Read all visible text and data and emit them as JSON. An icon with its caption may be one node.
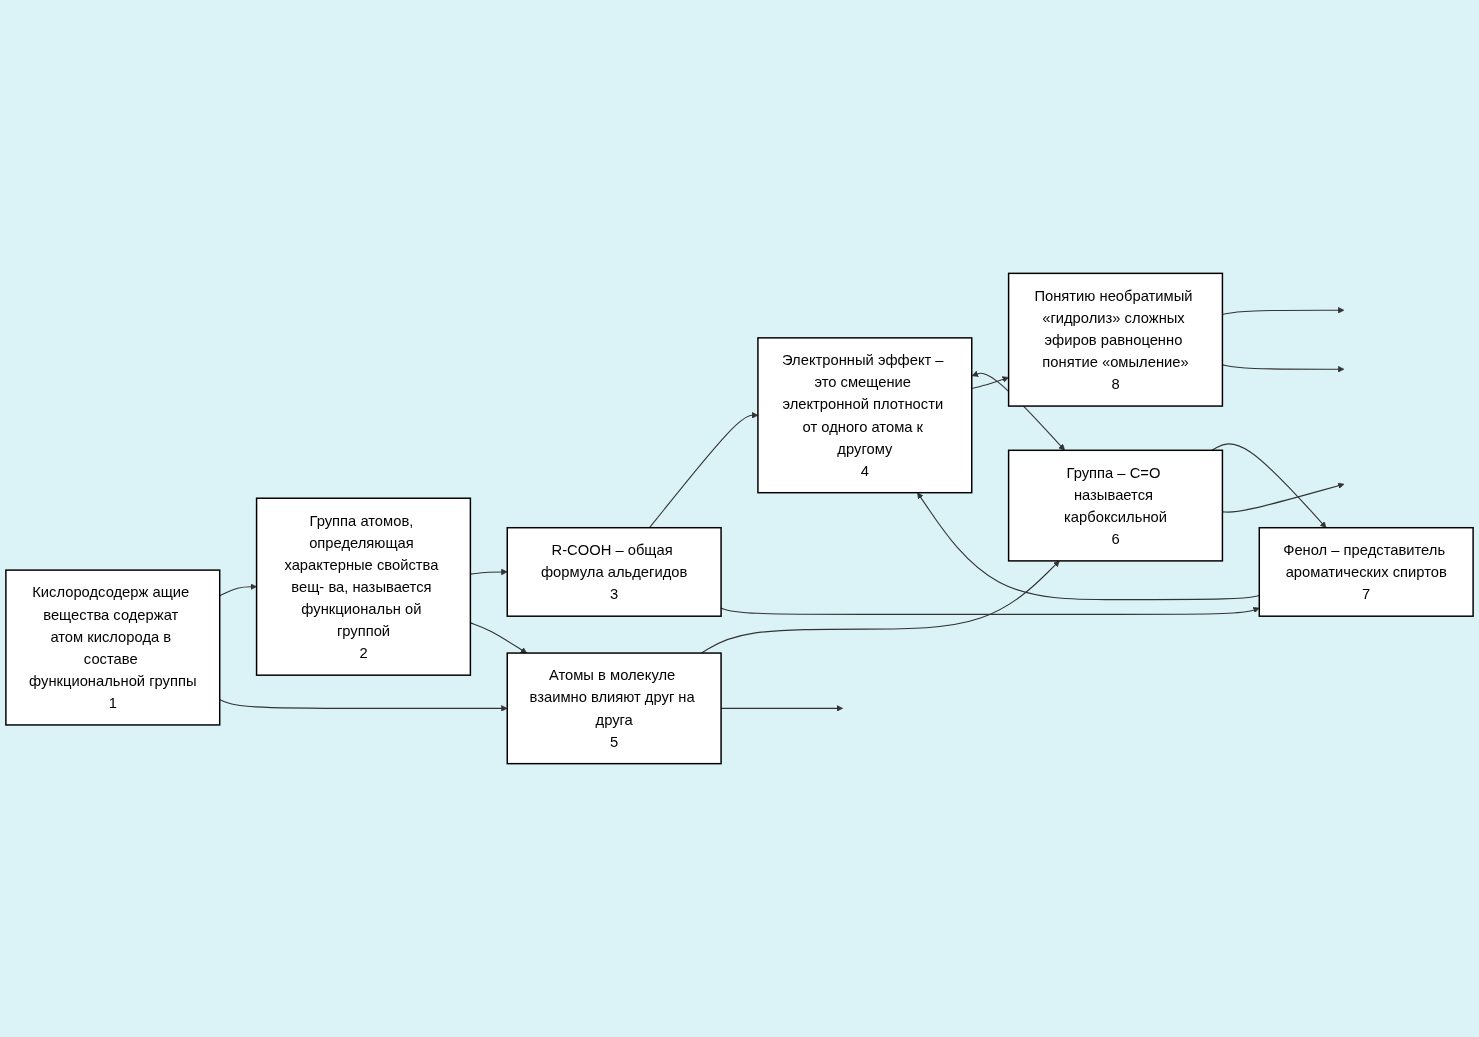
{
  "diagram": {
    "nodes": [
      {
        "text": [
          "Кислородсодерж ащие вещества содержат атом кислорода в составе функциональной группы",
          "1"
        ]
      },
      {
        "text": [
          "Группа атомов, определяющая характерные свойства вещ- ва, называется функциональн ой группой",
          "2"
        ]
      },
      {
        "text": [
          "R-COOH – общая формула альдегидов",
          "3"
        ]
      },
      {
        "text": [
          "Электронный эффект – это смещение электронной плотности от одного атома к другому",
          "4"
        ]
      },
      {
        "text": [
          "Атомы в молекуле взаимно влияют друг на друга",
          "5"
        ]
      },
      {
        "text": [
          "Группа – С=О называется карбоксильной",
          "6"
        ]
      },
      {
        "text": [
          "Фенол – представитель ароматических спиртов",
          "7"
        ]
      },
      {
        "text": [
          "Понятию необратимый «гидролиз» сложных эфиров равноценно понятие «омыление»",
          "8"
        ]
      }
    ],
    "edges": [
      {
        "from": 0,
        "to": 1,
        "arrow": "to"
      },
      {
        "from": 1,
        "to": 2,
        "arrow": "to"
      },
      {
        "from": 2,
        "to": 3,
        "arrow": "to"
      },
      {
        "from": 0,
        "to": 4,
        "arrow": "to"
      },
      {
        "from": 1,
        "to": 4,
        "arrow": "to"
      },
      {
        "from": 2,
        "to": 6,
        "arrow": "to"
      },
      {
        "from": 3,
        "to": 5,
        "arrow": "both"
      },
      {
        "from": 6,
        "to": 3,
        "arrow": "to"
      },
      {
        "from": 3,
        "to": 7,
        "arrow": "to"
      },
      {
        "from": 4,
        "to": 5,
        "arrow": "to"
      },
      {
        "from": 5,
        "to": 6,
        "arrow": "to"
      },
      {
        "from": 4,
        "to": null,
        "arrow": "to"
      },
      {
        "from": 5,
        "to": null,
        "arrow": "to"
      },
      {
        "from": 7,
        "to": null,
        "arrow": "to"
      },
      {
        "from": 7,
        "to": null,
        "arrow": "to"
      }
    ]
  }
}
